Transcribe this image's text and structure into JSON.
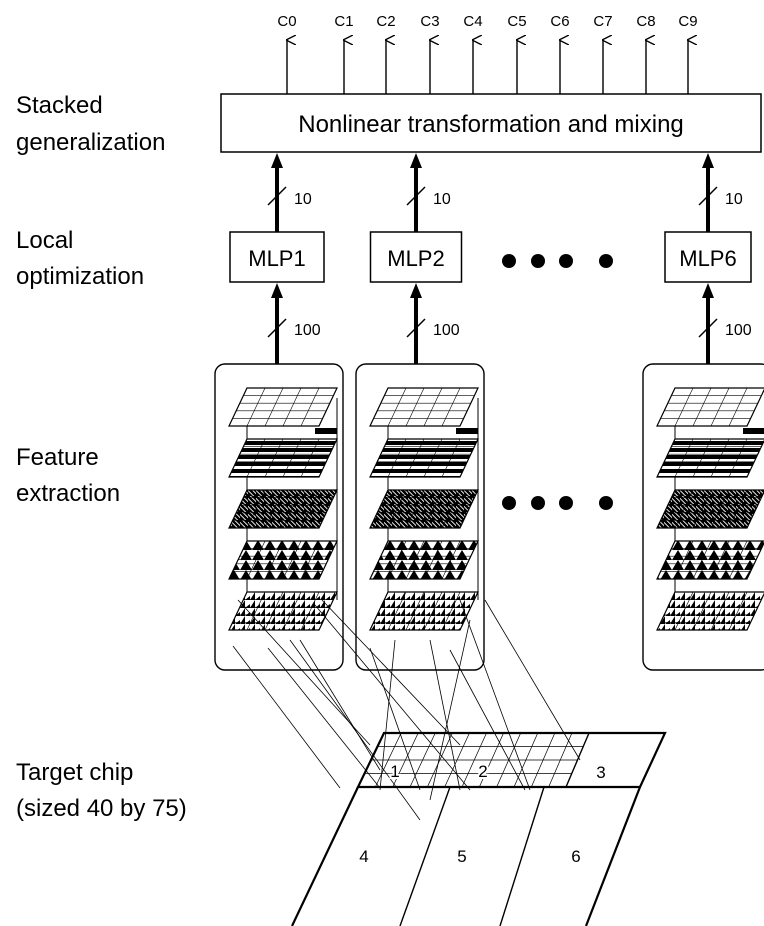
{
  "stages": [
    {
      "line1": "Stacked",
      "line2": "generalization"
    },
    {
      "line1": "Local",
      "line2": "optimization"
    },
    {
      "line1": "Feature",
      "line2": "extraction"
    },
    {
      "line1": "Target chip",
      "line2": "(sized 40 by 75)"
    }
  ],
  "outputs": [
    "C0",
    "C1",
    "C2",
    "C3",
    "C4",
    "C5",
    "C6",
    "C7",
    "C8",
    "C9"
  ],
  "mixing_box_label": "Nonlinear transformation and mixing",
  "mlps": [
    {
      "label": "MLP1",
      "out_width": "10",
      "in_width": "100"
    },
    {
      "label": "MLP2",
      "out_width": "10",
      "in_width": "100"
    },
    {
      "label": "MLP6",
      "out_width": "10",
      "in_width": "100"
    }
  ],
  "chip_regions": [
    "1",
    "2",
    "3",
    "4",
    "5",
    "6"
  ]
}
